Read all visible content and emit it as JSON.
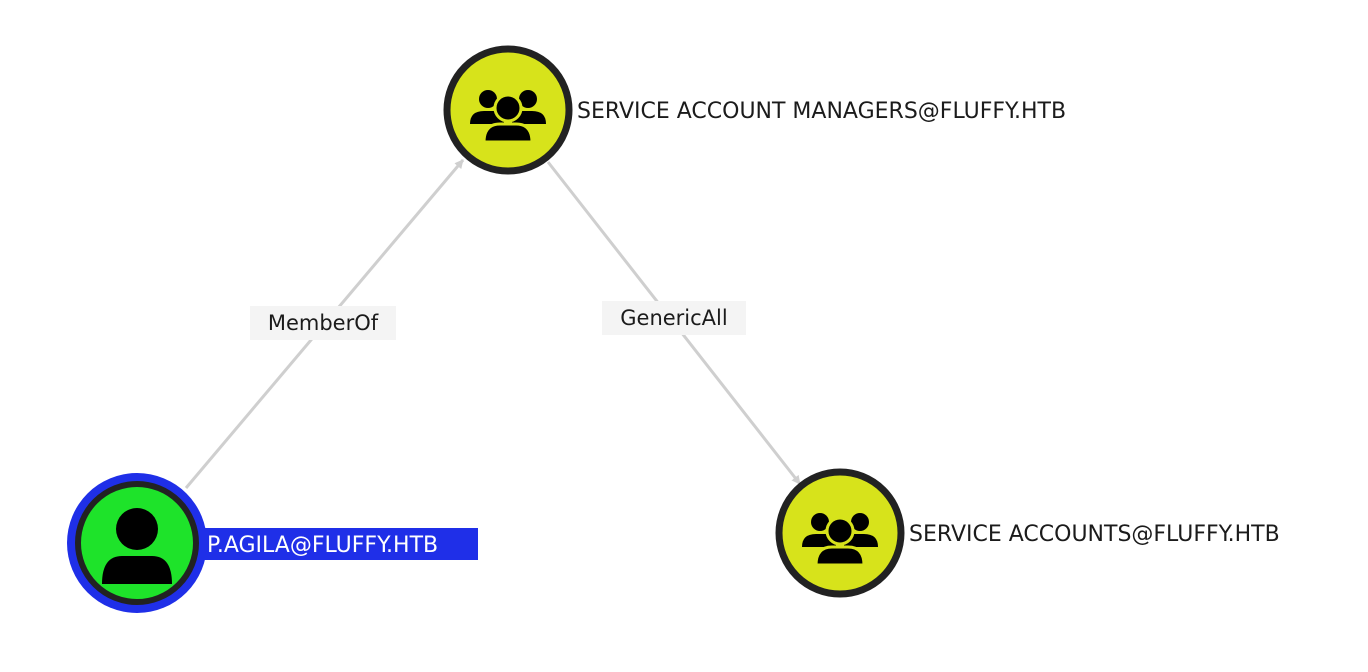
{
  "graph": {
    "nodes": [
      {
        "id": "managers",
        "type": "group",
        "label": "SERVICE ACCOUNT MANAGERS@FLUFFY.HTB",
        "fill": "#d7e31b",
        "selected": false
      },
      {
        "id": "accounts",
        "type": "group",
        "label": "SERVICE ACCOUNTS@FLUFFY.HTB",
        "fill": "#d7e31b",
        "selected": false
      },
      {
        "id": "pagila",
        "type": "user",
        "label": "P.AGILA@FLUFFY.HTB",
        "fill": "#1ee32a",
        "selected": true
      }
    ],
    "edges": [
      {
        "id": "memberof",
        "from": "pagila",
        "to": "managers",
        "label": "MemberOf"
      },
      {
        "id": "genericall",
        "from": "managers",
        "to": "accounts",
        "label": "GenericAll"
      }
    ],
    "colors": {
      "node_border": "#222222",
      "selection_ring": "#1f2fe8",
      "selected_label_bg": "#1f2fe8",
      "selected_label_text": "#ffffff",
      "edge": "#cfcfcf",
      "edge_label_bg": "#f4f4f4",
      "icon": "#000000"
    }
  }
}
